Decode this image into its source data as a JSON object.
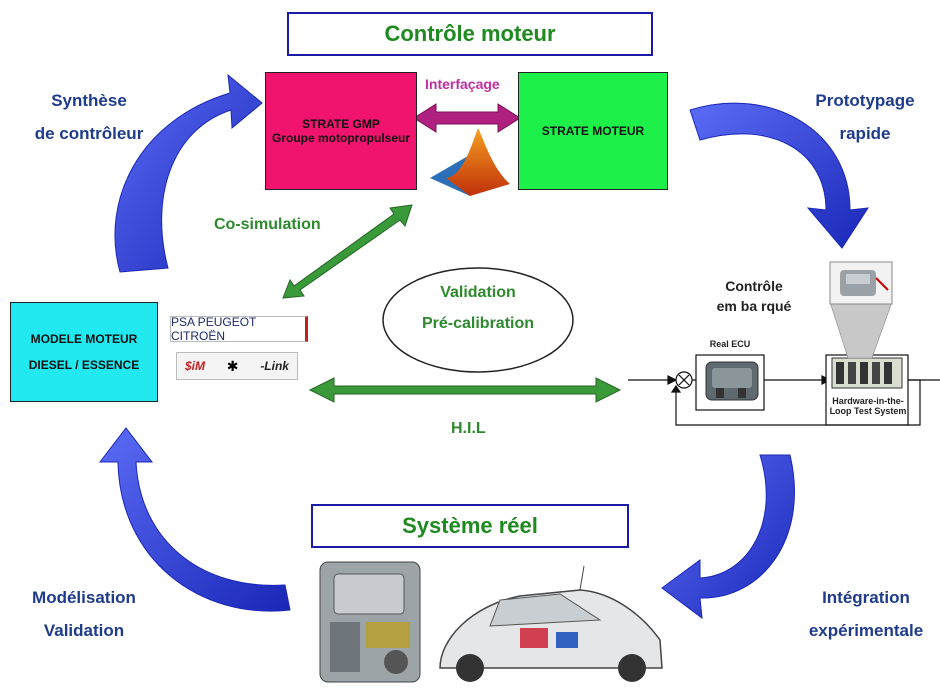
{
  "titles": {
    "controle_moteur": "Contrôle moteur",
    "systeme_reel": "Système réel"
  },
  "blocks": {
    "strate_gmp_line1": "STRATE GMP",
    "strate_gmp_line2": "Groupe motopropulseur",
    "strate_moteur": "STRATE MOTEUR",
    "modele_line1": "MODELE MOTEUR",
    "modele_line2": "DIESEL / ESSENCE"
  },
  "labels": {
    "interfacage": "Interfaçage",
    "cosimulation": "Co-simulation",
    "validation": "Validation",
    "precalibration": "Pré-calibration",
    "hil": "H.I.L",
    "controle_line1": "Contrôle",
    "controle_line2": "em ba rqué",
    "real_ecu": "Real ECU",
    "hil_system_line1": "Hardware-in-the-",
    "hil_system_line2": "Loop Test System"
  },
  "corners": {
    "top_left_line1": "Synthèse",
    "top_left_line2": "de contrôleur",
    "top_right_line1": "Prototypage",
    "top_right_line2": "rapide",
    "bottom_left_line1": "Modélisation",
    "bottom_left_line2": "Validation",
    "bottom_right_line1": "Intégration",
    "bottom_right_line2": "expérimentale"
  },
  "logos": {
    "psa": "PSA PEUGEOT CITROËN",
    "sim_prefix": "$iM",
    "sim_suffix": "-Link"
  },
  "colors": {
    "strate_gmp": "#f0146e",
    "strate_moteur": "#1ef04a",
    "modele": "#22e8f0",
    "curved_arrows": "#2536d8",
    "green_arrows": "#3a9a3a",
    "pink_arrow": "#b02080"
  }
}
